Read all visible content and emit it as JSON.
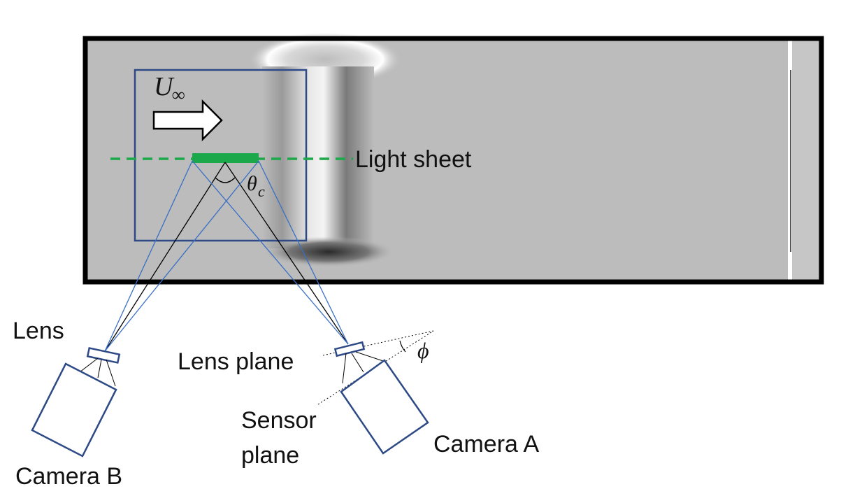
{
  "labels": {
    "u_symbol": "U",
    "u_subscript": "∞",
    "light_sheet": "Light sheet",
    "theta_symbol": "θ",
    "theta_subscript": "c",
    "lens": "Lens",
    "lens_plane": "Lens plane",
    "phi_symbol": "ϕ",
    "sensor_plane_line1": "Sensor",
    "sensor_plane_line2": "plane",
    "camera_a": "Camera A",
    "camera_b": "Camera B"
  },
  "colors": {
    "tunnel_border": "#000000",
    "field_bg": "#bcbcbc",
    "window_border": "#2e4a86",
    "light_sheet": "#1aa84a",
    "ray_blue": "#3a6fc4",
    "ray_black": "#000000",
    "camera_outline": "#2e4a86"
  }
}
